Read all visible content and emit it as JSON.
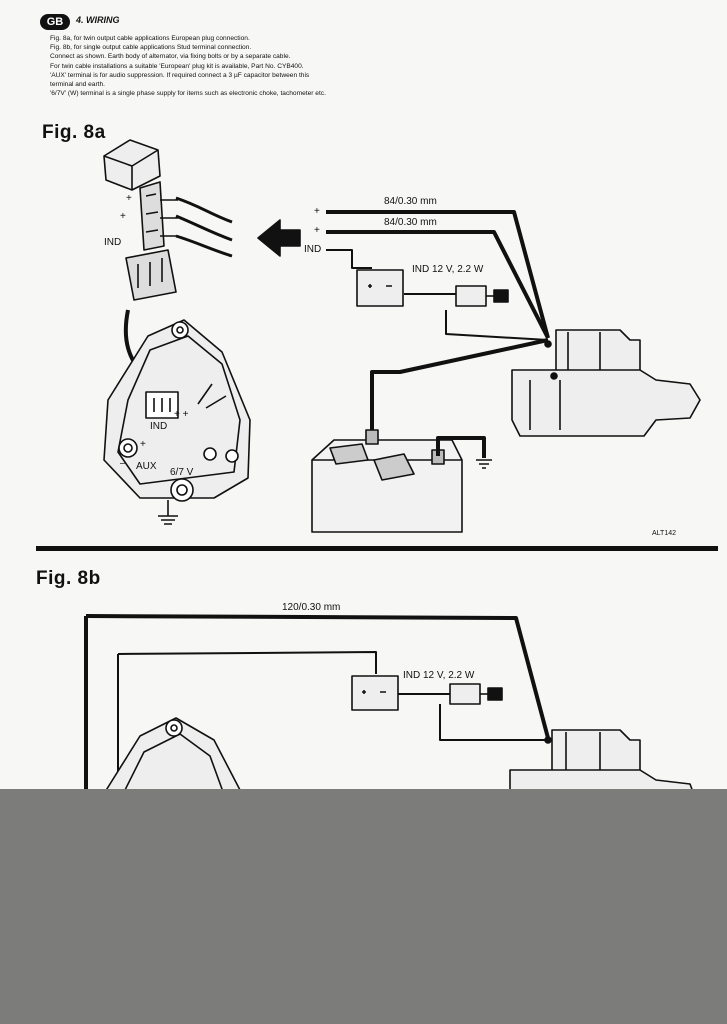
{
  "header": {
    "badge": "GB",
    "title": "4. WIRING",
    "lines": [
      "Fig. 8a, for twin output cable applications European plug connection.",
      "Fig. 8b, for single output cable applications Stud terminal connection.",
      "Connect as shown. Earth body of alternator, via fixing bolts or by a separate cable.",
      "For twin cable installations a suitable 'European' plug kit is available, Part No. CYB400.",
      "'AUX' terminal is for audio suppression. If required connect a 3 µF capacitor between this",
      "terminal and earth.",
      "'6/7V' (W) terminal is a single phase supply for items such as electronic choke, tachometer etc."
    ]
  },
  "fig8a": {
    "title": "Fig. 8a",
    "cable_label_1": "84/0.30 mm",
    "cable_label_2": "84/0.30 mm",
    "plus_1": "+",
    "plus_2": "+",
    "ind_lead": "IND",
    "lamp_label": "IND 12 V, 2.2 W",
    "plug_plus_1": "+",
    "plug_plus_2": "+",
    "plug_ind": "IND",
    "alt_ind": "IND",
    "alt_plus_plus": "+ +",
    "alt_plus": "+",
    "alt_minus": "–",
    "alt_aux": "AUX",
    "alt_67v": "6/7 V",
    "ref": "ALT142"
  },
  "fig8b": {
    "title": "Fig. 8b",
    "cable_label": "120/0.30 mm",
    "lamp_label": "IND 12 V, 2.2 W"
  }
}
